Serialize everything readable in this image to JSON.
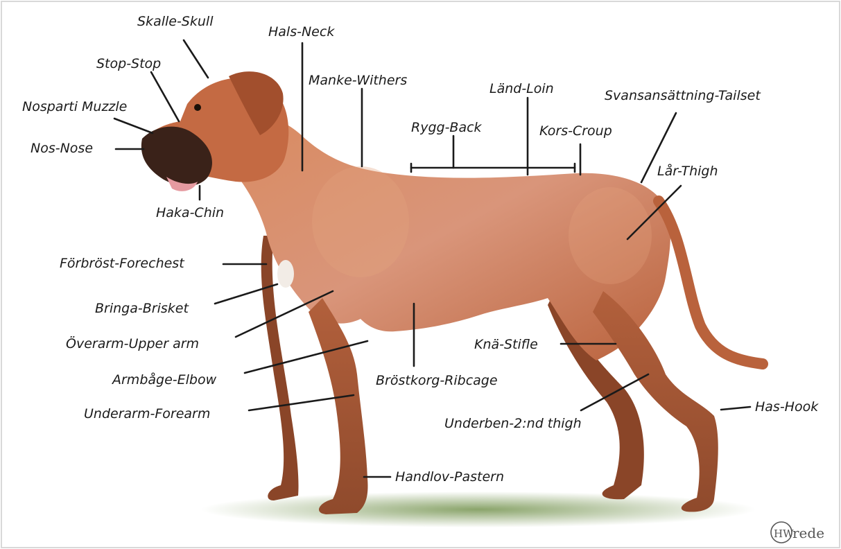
{
  "labels": {
    "skull": "Skalle-Skull",
    "neck": "Hals-Neck",
    "stop": "Stop-Stop",
    "withers": "Manke-Withers",
    "loin": "Länd-Loin",
    "tailset": "Svansansättning-Tailset",
    "muzzle": "Nosparti Muzzle",
    "back": "Rygg-Back",
    "croup": "Kors-Croup",
    "nose": "Nos-Nose",
    "thigh": "Lår-Thigh",
    "chin": "Haka-Chin",
    "forechest": "Förbröst-Forechest",
    "brisket": "Bringa-Brisket",
    "upper_arm": "Överarm-Upper arm",
    "stifle": "Knä-Stifle",
    "elbow": "Armbåge-Elbow",
    "ribcage": "Bröstkorg-Ribcage",
    "hook": "Has-Hook",
    "forearm": "Underarm-Forearm",
    "second_thigh": "Underben-2:nd thigh",
    "pastern": "Handlov-Pastern"
  },
  "watermark": "rede",
  "colors": {
    "coat": "#c9734a",
    "coat_light": "#e3a27d",
    "coat_dark": "#8a4528",
    "muzzle": "#3a2219",
    "grass": "#7d9a5a",
    "ink": "#1a1a1a",
    "frame": "#d8d8d8"
  }
}
